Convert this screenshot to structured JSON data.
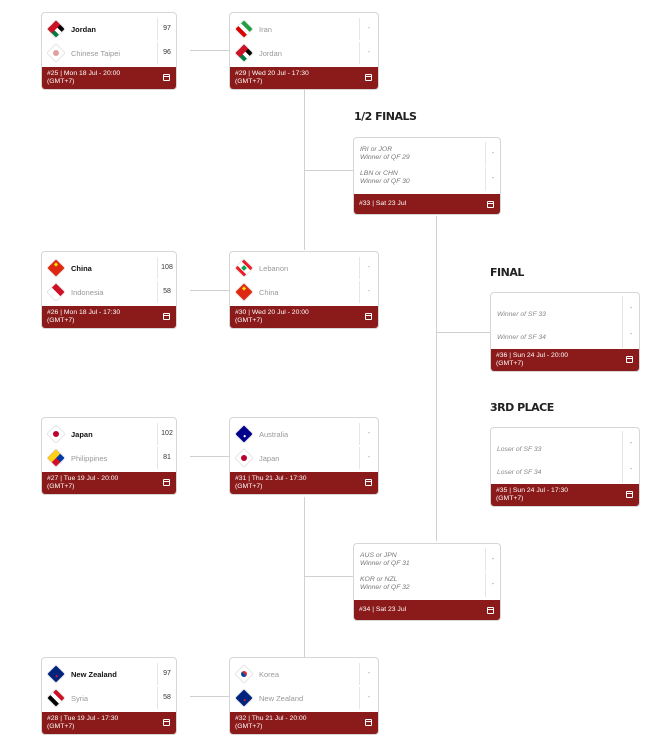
{
  "colors": {
    "footer": "#8b1a1a",
    "accent": "#8b1a1a",
    "card_border": "#d6d6d6"
  },
  "rounds": {
    "semis": "1/2 FINALS",
    "final": "FINAL",
    "third": "3RD PLACE"
  },
  "r16": [
    {
      "team1": "Jordan",
      "score1": "97",
      "team2": "Chinese Taipei",
      "score2": "96",
      "info": "#25 | Mon 18 Jul - 20:00",
      "tz": "(GMT+7)",
      "winner": 1
    },
    {
      "team1": "China",
      "score1": "108",
      "team2": "Indonesia",
      "score2": "58",
      "info": "#26 | Mon 18 Jul - 17:30",
      "tz": "(GMT+7)",
      "winner": 1
    },
    {
      "team1": "Japan",
      "score1": "102",
      "team2": "Philippines",
      "score2": "81",
      "info": "#27 | Tue 19 Jul - 20:00",
      "tz": "(GMT+7)",
      "winner": 1
    },
    {
      "team1": "New Zealand",
      "score1": "97",
      "team2": "Syria",
      "score2": "58",
      "info": "#28 | Tue 19 Jul - 17:30",
      "tz": "(GMT+7)",
      "winner": 1
    }
  ],
  "qf": [
    {
      "team1": "Iran",
      "score1": "-",
      "team2": "Jordan",
      "score2": "-",
      "info": "#29 | Wed 20 Jul - 17:30",
      "tz": "(GMT+7)"
    },
    {
      "team1": "Lebanon",
      "score1": "-",
      "team2": "China",
      "score2": "-",
      "info": "#30 | Wed 20 Jul - 20:00",
      "tz": "(GMT+7)"
    },
    {
      "team1": "Australia",
      "score1": "-",
      "team2": "Japan",
      "score2": "-",
      "info": "#31 | Thu 21 Jul - 17:30",
      "tz": "(GMT+7)"
    },
    {
      "team1": "Korea",
      "score1": "-",
      "team2": "New Zealand",
      "score2": "-",
      "info": "#32 | Thu 21 Jul - 20:00",
      "tz": "(GMT+7)"
    }
  ],
  "sf": [
    {
      "a1": "IRI or JOR",
      "a2": "Winner of QF 29",
      "b1": "LBN or CHN",
      "b2": "Winner of QF 30",
      "s1": "-",
      "s2": "-",
      "info": "#33 | Sat 23 Jul"
    },
    {
      "a1": "AUS or JPN",
      "a2": "Winner of QF 31",
      "b1": "KOR or NZL",
      "b2": "Winner of QF 32",
      "s1": "-",
      "s2": "-",
      "info": "#34 | Sat 23 Jul"
    }
  ],
  "final": {
    "t1": "Winner of SF 33",
    "t2": "Winner of SF 34",
    "s1": "-",
    "s2": "-",
    "info": "#36 | Sun 24 Jul - 20:00",
    "tz": "(GMT+7)"
  },
  "third": {
    "t1": "Loser of SF 33",
    "t2": "Loser of SF 34",
    "s1": "-",
    "s2": "-",
    "info": "#35 | Sun 24 Jul - 17:30",
    "tz": "(GMT+7)"
  }
}
